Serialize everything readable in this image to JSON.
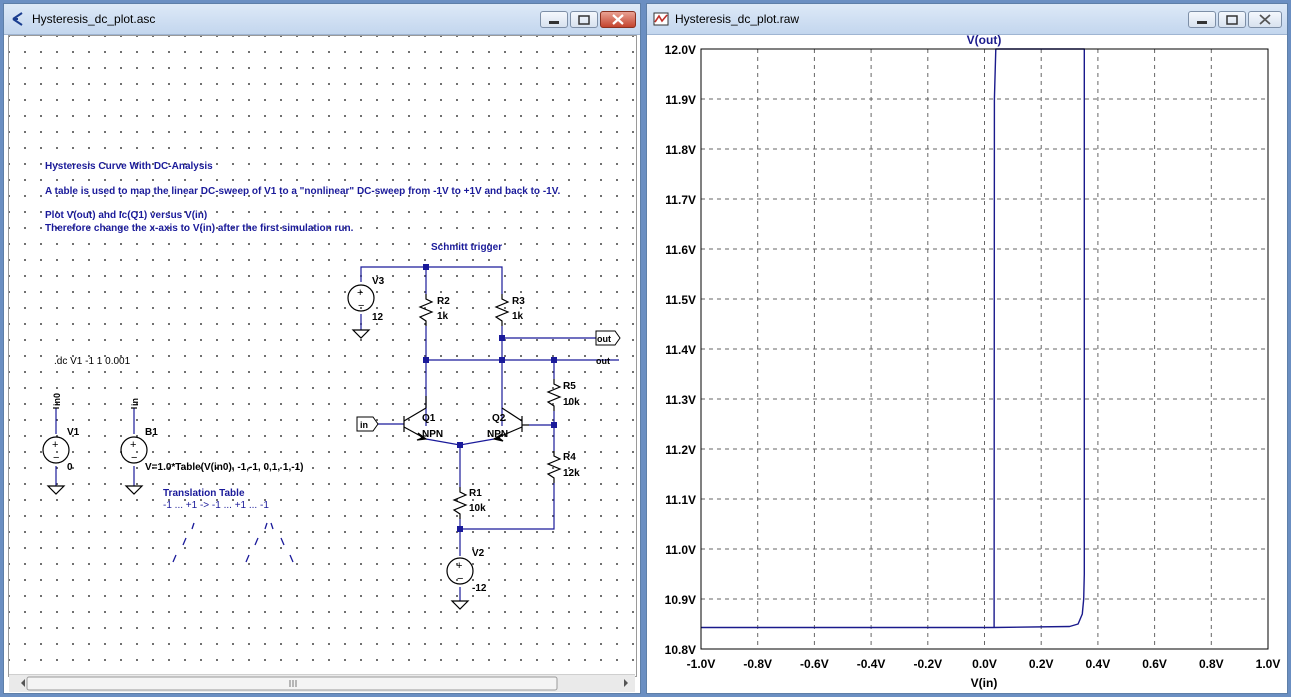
{
  "schematic_window": {
    "title": "Hysteresis_dc_plot.asc",
    "notes": {
      "heading": "Hysteresis Curve With DC-Analysis",
      "line1": "A table is used to map the linear DC-sweep of V1 to a \"nonlinear\" DC-sweep from -1V to +1V and back to -1V.",
      "line2": "Plot V(out) and Ic(Q1) versus V(in)",
      "line3": "Therefore change the x-axis to V(in) after the first simulation run.",
      "schmitt": "Schmitt trigger",
      "translation_title": "Translation Table",
      "translation_seq": "-1 ... +1 -> -1 ... +1 ... -1",
      "dc_directive": ".dc V1 -1 1 0.001"
    },
    "components": {
      "v3_name": "V3",
      "v3_value": "12",
      "r2_name": "R2",
      "r2_value": "1k",
      "r3_name": "R3",
      "r3_value": "1k",
      "r5_name": "R5",
      "r5_value": "10k",
      "r4_name": "R4",
      "r4_value": "12k",
      "r1_name": "R1",
      "r1_value": "10k",
      "q1_name": "Q1",
      "q1_type": "NPN",
      "q2_name": "Q2",
      "q2_type": "NPN",
      "v2_name": "V2",
      "v2_value": "-12",
      "v1_name": "V1",
      "v1_value": "0",
      "b1_name": "B1",
      "b1_expr": "V=1.0*Table(V(in0), -1,-1, 0,1, 1,-1)",
      "net_in0": "in0",
      "net_in": "in",
      "port_in": "in",
      "port_out": "out",
      "net_out": "out"
    }
  },
  "plot_window": {
    "title": "Hysteresis_dc_plot.raw",
    "trace_name": "V(out)",
    "xlabel": "V(in)"
  },
  "chart_data": {
    "type": "line",
    "title": "V(out)",
    "xlabel": "V(in)",
    "ylabel": "",
    "xlim": [
      -1.0,
      1.0
    ],
    "ylim": [
      10.8,
      12.0
    ],
    "grid": true,
    "trace_color": "#1a1a8c",
    "x_ticks": [
      "-1.0V",
      "-0.8V",
      "-0.6V",
      "-0.4V",
      "-0.2V",
      "0.0V",
      "0.2V",
      "0.4V",
      "0.6V",
      "0.8V",
      "1.0V"
    ],
    "y_ticks": [
      "12.0V",
      "11.9V",
      "11.8V",
      "11.7V",
      "11.6V",
      "11.5V",
      "11.4V",
      "11.3V",
      "11.2V",
      "11.1V",
      "11.0V",
      "10.9V",
      "10.8V"
    ],
    "series": [
      {
        "x": [
          -1.0,
          0.03,
          0.3,
          0.33,
          0.345,
          0.35,
          0.352,
          0.352,
          0.352,
          0.35,
          0.1,
          0.04,
          0.035,
          0.034
        ],
        "y": [
          10.843,
          10.843,
          10.845,
          10.85,
          10.87,
          10.9,
          10.95,
          11.4,
          12.0,
          12.0,
          12.0,
          12.0,
          11.9,
          10.843
        ]
      }
    ]
  }
}
